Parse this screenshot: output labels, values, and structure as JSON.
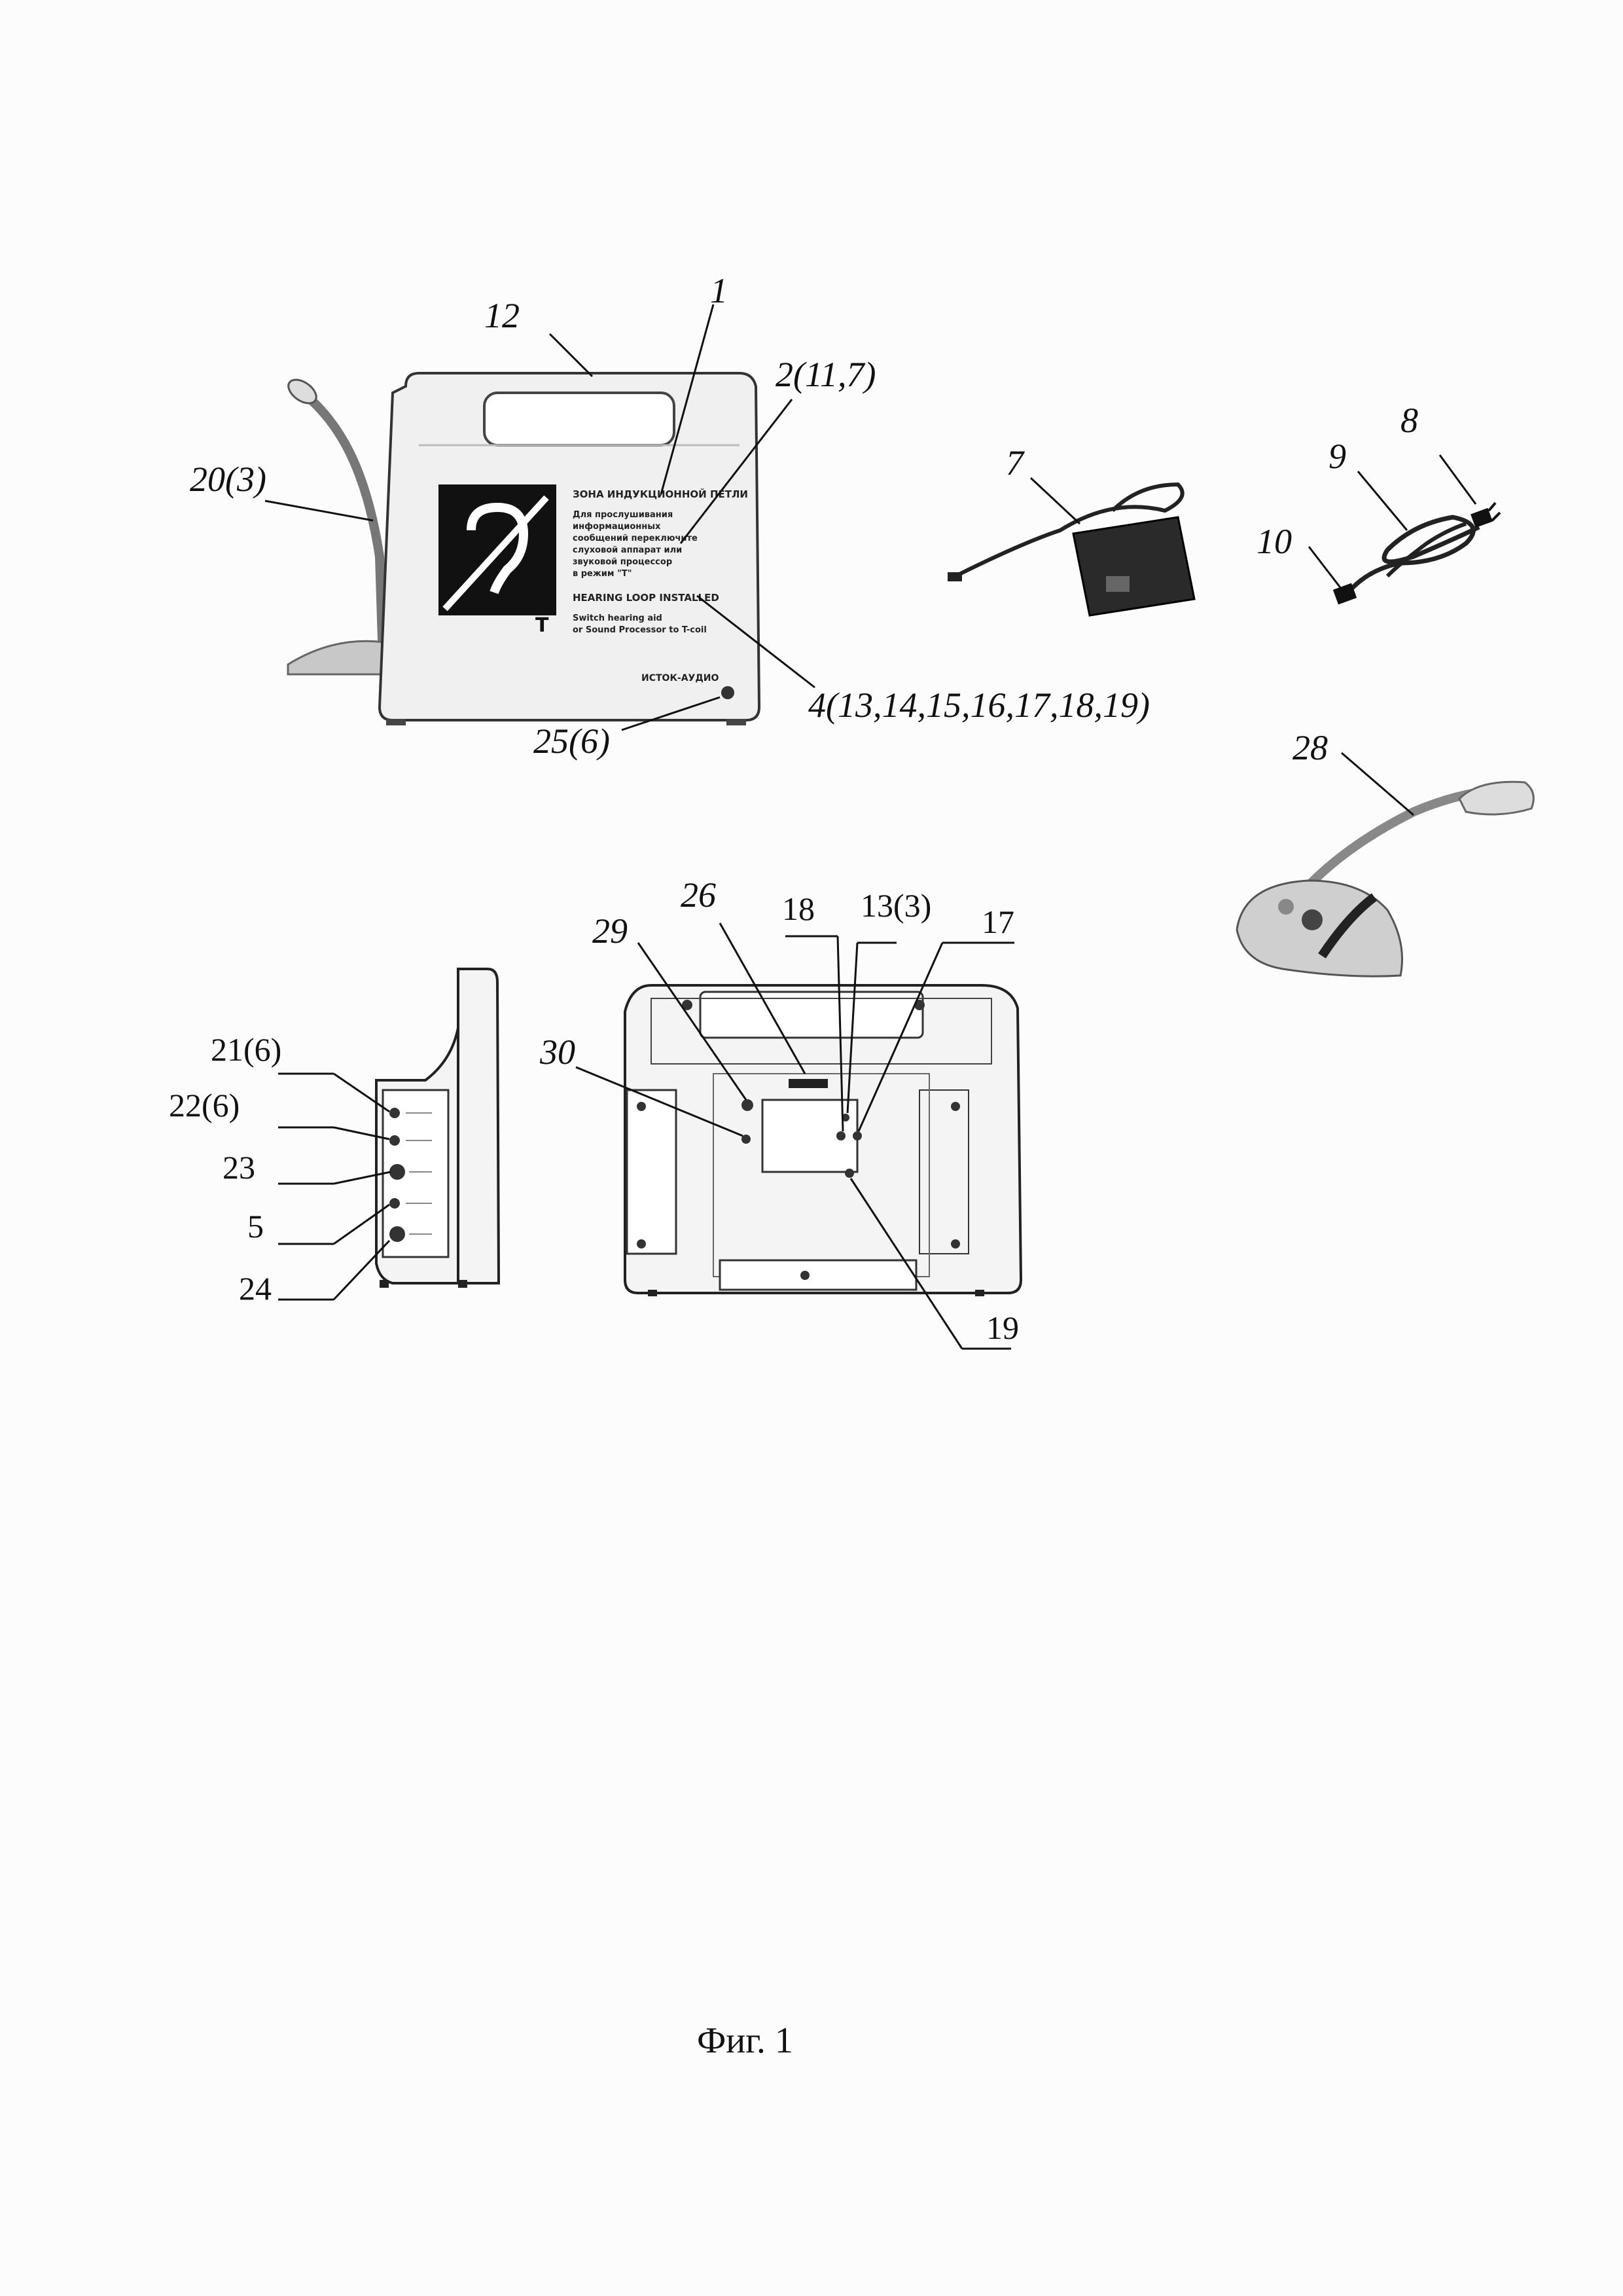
{
  "caption": "Фиг. 1",
  "device_sign": {
    "title_ru": "ЗОНА ИНДУКЦИОННОЙ ПЕТЛИ",
    "text_ru_1": "Для прослушивания",
    "text_ru_2": "информационных",
    "text_ru_3": "сообщений переключите",
    "text_ru_4": "слуховой аппарат или",
    "text_ru_5": "звуковой процессор",
    "text_ru_6": "в режим \"T\"",
    "title_en": "HEARING LOOP INSTALLED",
    "text_en_1": "Switch hearing aid",
    "text_en_2": "or Sound Processor to T-coil",
    "brand": "ИСТОК-АУДИО",
    "t_letter": "T"
  },
  "labels": {
    "l1": "1",
    "l12": "12",
    "l2": "2(11,7)",
    "l20": "20(3)",
    "l4": "4(13,14,15,16,17,18,19)",
    "l25": "25(6)",
    "l7": "7",
    "l8": "8",
    "l9": "9",
    "l10": "10",
    "l28": "28",
    "l26": "26",
    "l29": "29",
    "l30": "30",
    "l18": "18",
    "l13": "13(3)",
    "l17": "17",
    "l19": "19",
    "l21": "21(6)",
    "l22": "22(6)",
    "l23": "23",
    "l5": "5",
    "l24": "24"
  },
  "icons": [
    "ear-t-icon",
    "ac-adapter-icon",
    "power-cord-icon",
    "desk-microphone-icon"
  ]
}
